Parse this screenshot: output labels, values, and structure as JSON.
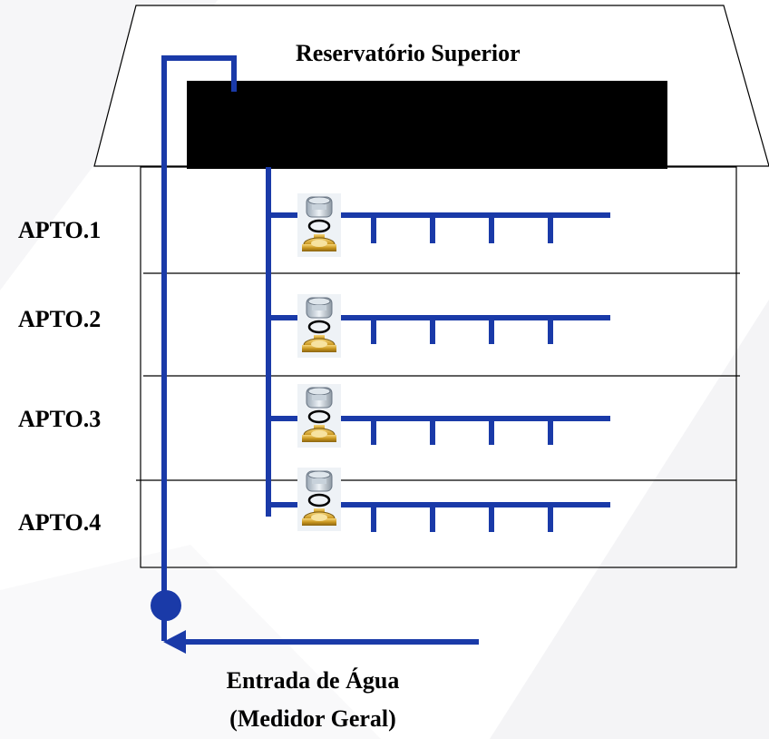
{
  "diagram": {
    "reservoir_label": "Reservatório Superior",
    "apartments": [
      "APTO.1",
      "APTO.2",
      "APTO.3",
      "APTO.4"
    ],
    "inlet_line1": "Entrada de Água",
    "inlet_line2": "(Medidor Geral)",
    "pipe_color": "#1a3aa8",
    "icons": [
      "water-meter-icon"
    ]
  }
}
